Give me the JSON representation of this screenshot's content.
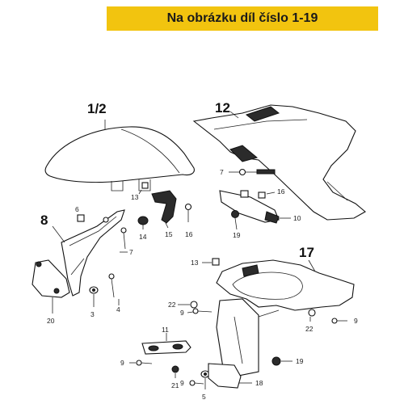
{
  "banner": {
    "text": "Na obrázku díl číslo 1-19",
    "color": "#f2c40f"
  },
  "labels": {
    "l1_2": "1/2",
    "l12": "12",
    "l8": "8",
    "l17": "17",
    "l7a": "7",
    "l16a": "16",
    "l10": "10",
    "l19a": "19",
    "l13a": "13",
    "l15": "15",
    "l16b": "16",
    "l14": "14",
    "l6": "6",
    "l7b": "7",
    "l20": "20",
    "l3": "3",
    "l4": "4",
    "l13b": "13",
    "l22a": "22",
    "l9a": "9",
    "l22b": "22",
    "l9b": "9",
    "l11": "11",
    "l9c": "9",
    "l21": "21",
    "l9d": "9",
    "l5": "5",
    "l19b": "19",
    "l18": "18"
  }
}
